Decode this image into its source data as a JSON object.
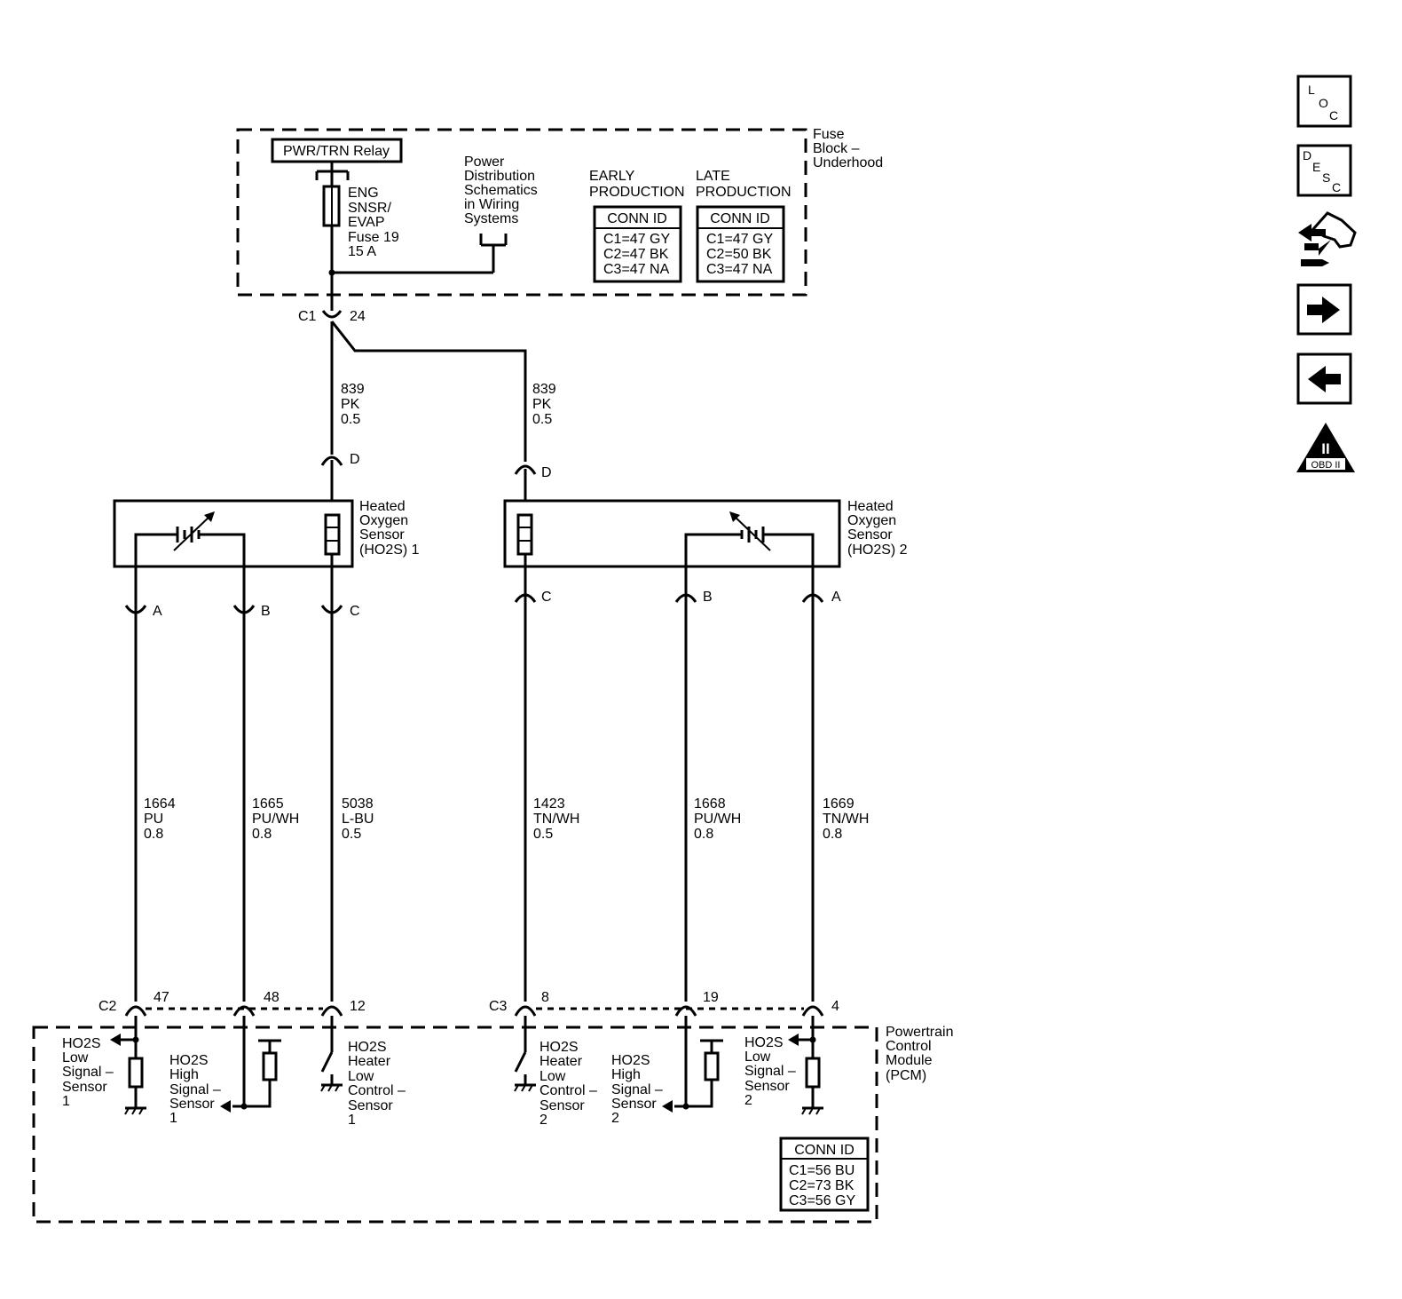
{
  "fuse_block": {
    "label": [
      "Fuse",
      "Block –",
      "Underhood"
    ],
    "relay": "PWR/TRN Relay",
    "fuse": [
      "ENG",
      "SNSR/",
      "EVAP",
      "Fuse 19",
      "15 A"
    ],
    "power_dist": [
      "Power",
      "Distribution",
      "Schematics",
      "in Wiring",
      "Systems"
    ],
    "early": {
      "title": [
        "EARLY",
        "PRODUCTION"
      ],
      "conn_title": "CONN ID",
      "conns": [
        "C1=47 GY",
        "C2=47 BK",
        "C3=47 NA"
      ]
    },
    "late": {
      "title": [
        "LATE",
        "PRODUCTION"
      ],
      "conn_title": "CONN ID",
      "conns": [
        "C1=47 GY",
        "C2=50 BK",
        "C3=47 NA"
      ]
    },
    "connector": "C1",
    "pin": "24"
  },
  "feed_wires": [
    {
      "circuit": "839",
      "color": "PK",
      "gauge": "0.5",
      "connector": "D"
    },
    {
      "circuit": "839",
      "color": "PK",
      "gauge": "0.5",
      "connector": "D"
    }
  ],
  "sensors": [
    {
      "label": [
        "Heated",
        "Oxygen",
        "Sensor",
        "(HO2S) 1"
      ]
    },
    {
      "label": [
        "Heated",
        "Oxygen",
        "Sensor",
        "(HO2S) 2"
      ]
    }
  ],
  "wires": [
    {
      "pin": "A",
      "circuit": "1664",
      "color": "PU",
      "gauge": "0.8",
      "pcm_pin": "47"
    },
    {
      "pin": "B",
      "circuit": "1665",
      "color": "PU/WH",
      "gauge": "0.8",
      "pcm_pin": "48"
    },
    {
      "pin": "C",
      "circuit": "5038",
      "color": "L-BU",
      "gauge": "0.5",
      "pcm_pin": "12"
    },
    {
      "pin": "C",
      "circuit": "1423",
      "color": "TN/WH",
      "gauge": "0.5",
      "pcm_pin": "8"
    },
    {
      "pin": "B",
      "circuit": "1668",
      "color": "PU/WH",
      "gauge": "0.8",
      "pcm_pin": "19"
    },
    {
      "pin": "A",
      "circuit": "1669",
      "color": "TN/WH",
      "gauge": "0.8",
      "pcm_pin": "4"
    }
  ],
  "pcm": {
    "label": [
      "Powertrain",
      "Control",
      "Module",
      "(PCM)"
    ],
    "connectors": [
      "C2",
      "C3"
    ],
    "circuits": [
      [
        "HO2S",
        "Low",
        "Signal –",
        "Sensor",
        "1"
      ],
      [
        "HO2S",
        "High",
        "Signal –",
        "Sensor",
        "1"
      ],
      [
        "HO2S",
        "Heater",
        "Low",
        "Control –",
        "Sensor",
        "1"
      ],
      [
        "HO2S",
        "Heater",
        "Low",
        "Control –",
        "Sensor",
        "2"
      ],
      [
        "HO2S",
        "High",
        "Signal –",
        "Sensor",
        "2"
      ],
      [
        "HO2S",
        "Low",
        "Signal –",
        "Sensor",
        "2"
      ]
    ],
    "conn_id": {
      "title": "CONN ID",
      "conns": [
        "C1=56 BU",
        "C2=73 BK",
        "C3=56 GY"
      ]
    }
  },
  "nav": {
    "loc": [
      "L",
      "O",
      "C"
    ],
    "desc": [
      "D",
      "E",
      "S",
      "C"
    ],
    "obd": {
      "numeral": "II",
      "label": "OBD II"
    },
    "icons": [
      "loc-icon",
      "desc-icon",
      "connector-wrench-icon",
      "arrow-right-icon",
      "arrow-left-icon",
      "obd-ii-icon"
    ]
  }
}
